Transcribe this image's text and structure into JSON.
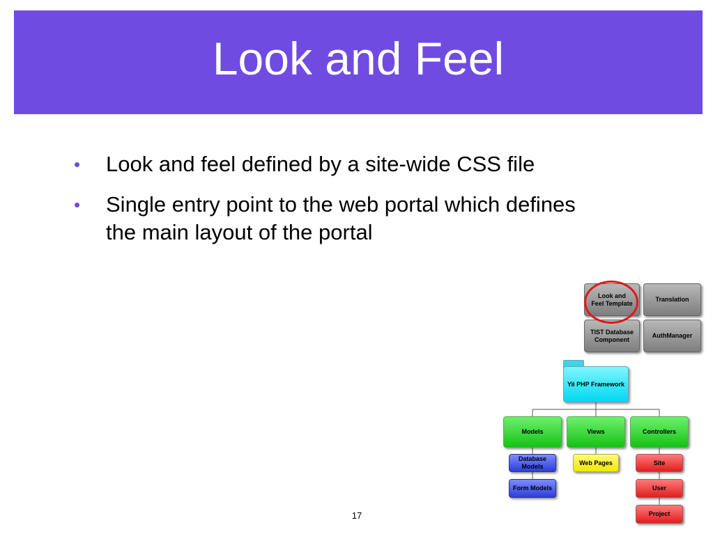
{
  "slide": {
    "title": "Look and Feel",
    "page_number": "17",
    "accent_color": "#6f4be2",
    "bullets": [
      {
        "text": "Look and feel defined by a site-wide CSS file"
      },
      {
        "text": "Single entry point to the web portal which defines the main layout of the portal"
      }
    ]
  },
  "diagram": {
    "components": {
      "look_and_feel": "Look and Feel Template",
      "translation": "Translation",
      "tist_database": "TIST Database Component",
      "authmanager": "AuthManager"
    },
    "framework": "Yii PHP Framework",
    "branches": {
      "models": "Models",
      "views": "Views",
      "controllers": "Controllers"
    },
    "models_children": [
      "Database Models",
      "Form Models"
    ],
    "views_children": [
      "Web Pages"
    ],
    "controllers_children": [
      "Site",
      "User",
      "Project"
    ],
    "highlight_color": "#e01818"
  }
}
